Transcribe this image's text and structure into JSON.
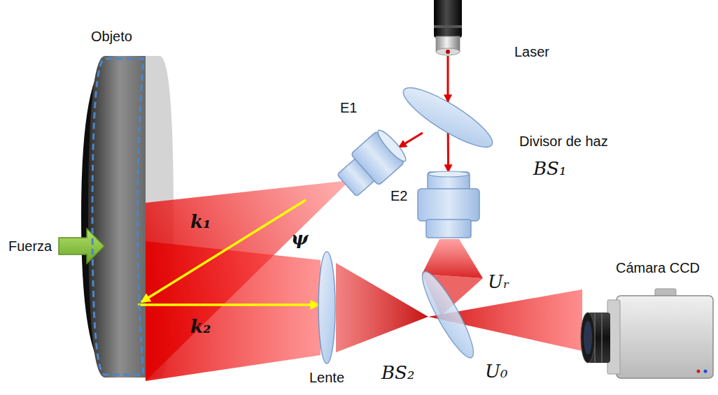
{
  "diagram": {
    "nodes": [
      {
        "text": [
          "Laser"
        ]
      },
      {
        "text": [
          "Divisor de haz",
          "BS₁"
        ]
      },
      {
        "text": [
          "E1"
        ]
      },
      {
        "text": [
          "E2"
        ]
      },
      {
        "text": [
          "Objeto"
        ]
      },
      {
        "text": [
          "Lente"
        ]
      },
      {
        "text": [
          "BS₂"
        ]
      },
      {
        "text": [
          "Cámara CCD"
        ]
      }
    ],
    "edges": [
      {
        "from": 0,
        "to": 1,
        "arrow": "to"
      },
      {
        "from": 1,
        "to": 2,
        "arrow": "to"
      },
      {
        "from": 1,
        "to": 3,
        "arrow": "to"
      }
    ],
    "labels": [
      "Fuerza",
      "k₁",
      "ψ",
      "k₂",
      "Uᵣ",
      "U₀"
    ]
  }
}
